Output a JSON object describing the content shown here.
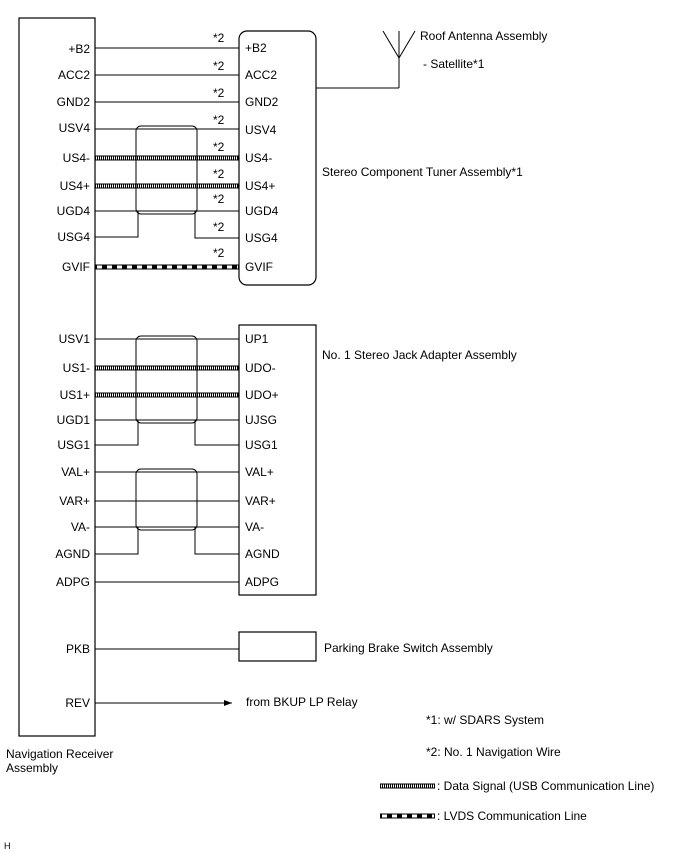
{
  "receiver": {
    "label_line1": "Navigation Receiver",
    "label_line2": "Assembly",
    "pins": [
      "+B2",
      "ACC2",
      "GND2",
      "USV4",
      "US4-",
      "US4+",
      "UGD4",
      "USG4",
      "GVIF",
      "USV1",
      "US1-",
      "US1+",
      "UGD1",
      "USG1",
      "VAL+",
      "VAR+",
      "VA-",
      "AGND",
      "ADPG",
      "PKB",
      "REV"
    ]
  },
  "tuner": {
    "label": "Stereo Component Tuner Assembly*1",
    "pins": [
      "+B2",
      "ACC2",
      "GND2",
      "USV4",
      "US4-",
      "US4+",
      "UGD4",
      "USG4",
      "GVIF"
    ],
    "wire_note": "*2"
  },
  "antenna": {
    "label_line1": "Roof Antenna Assembly",
    "label_line2": "- Satellite*1"
  },
  "jack": {
    "label": "No. 1 Stereo Jack Adapter Assembly",
    "pins": [
      "UP1",
      "UDO-",
      "UDO+",
      "UJSG",
      "USG1",
      "VAL+",
      "VAR+",
      "VA-",
      "AGND",
      "ADPG"
    ]
  },
  "parking": {
    "label": "Parking Brake Switch Assembly"
  },
  "relay": {
    "label": "from BKUP LP Relay"
  },
  "notes": {
    "n1": "*1: w/ SDARS System",
    "n2": "*2: No. 1 Navigation Wire"
  },
  "legend": {
    "data_signal": ": Data Signal (USB Communication Line)",
    "lvds": ": LVDS Communication Line"
  },
  "corner_mark": "H",
  "colors": {
    "line": "#000000",
    "background": "#ffffff"
  }
}
